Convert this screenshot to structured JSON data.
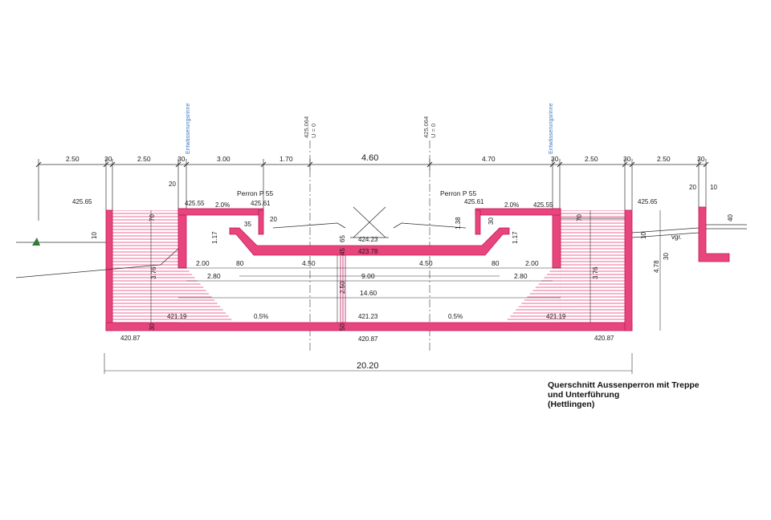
{
  "colors": {
    "concrete": "#e8457d",
    "concrete_dark": "#c2185b",
    "line": "#333333",
    "blue": "#3a78c2",
    "hatch": "#e8457d"
  },
  "top_dims": {
    "d1": "2.50",
    "d2": "30",
    "d3": "2.50",
    "d4": "30",
    "d5": "3.00",
    "d6": "1.70",
    "center": "4.60",
    "d7": "4.70",
    "d8": "30",
    "d9": "2.50",
    "d10": "30",
    "d11": "2.50",
    "d12": "30"
  },
  "axes": {
    "left_km": "425.064",
    "left_u": "U = 0",
    "right_km": "425.064",
    "right_u": "U = 0"
  },
  "drainage": {
    "left": "Entwässerungsrinne",
    "right": "Entwässerungsrinne"
  },
  "platform": {
    "left": "Perron P 55",
    "right": "Perron P 55"
  },
  "elevations": {
    "ground_left": "425.65",
    "platform_left": "425.55",
    "perron_left": "425.61",
    "perron_right": "425.61",
    "platform_right": "425.55",
    "ground_right": "425.65",
    "track_top": "424.23",
    "track_bottom": "423.78",
    "floor_center": "421.23",
    "stair_left": "421.19",
    "stair_right": "421.19",
    "base_left": "420.87",
    "base_center": "420.87",
    "base_right": "420.87"
  },
  "slopes": {
    "top_left": "2.0%",
    "top_right": "2.0%",
    "floor_left": "0.5%",
    "floor_right": "0.5%"
  },
  "small_dims": {
    "s20a": "20",
    "s70a": "70",
    "s117a": "1.17",
    "s35": "35",
    "s20b": "20",
    "s10a": "10",
    "s65": "65",
    "s45": "45",
    "s138": "1.38",
    "s30c": "30",
    "s117b": "1.17",
    "s70b": "70",
    "s10b": "10",
    "s20c": "20",
    "s10c": "10",
    "s40": "40",
    "s376a": "3.76",
    "s376b": "3.76",
    "s478": "4.78",
    "s250": "2.50",
    "s50a": "30",
    "s50b": "50",
    "s30b": "30",
    "vgr": "vgr."
  },
  "inner_dims": {
    "left_200": "2.00",
    "left_80": "80",
    "left_450": "4.50",
    "right_450": "4.50",
    "right_80": "80",
    "right_200": "2.00",
    "left_280": "2.80",
    "total_900": "9.00",
    "right_280": "2.80",
    "total_1460": "14.60",
    "overall": "20.20"
  },
  "caption": {
    "line1": "Querschnitt Aussenperron mit Treppe",
    "line2": "und Unterführung",
    "line3": "(Hettlingen)"
  }
}
